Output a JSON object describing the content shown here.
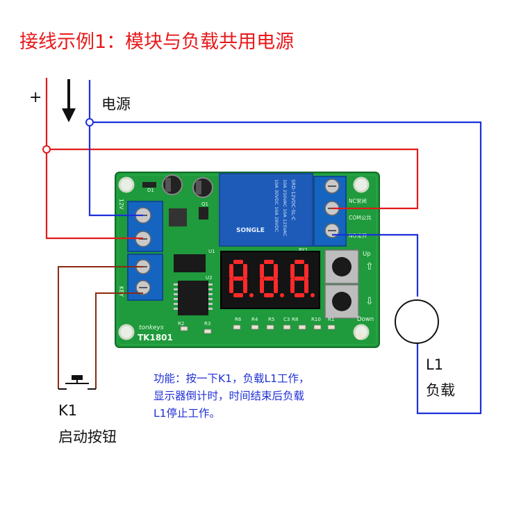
{
  "title": "接线示例1：模块与负载共用电源",
  "power_supply": {
    "label": "电源",
    "plus_sign": "+",
    "ground_symbol": "arrow-down-icon"
  },
  "load": {
    "name": "L1",
    "label": "负载"
  },
  "button": {
    "name": "K1",
    "label": "启动按钮"
  },
  "description": [
    "功能：按一下K1，负载L1工作，",
    "显示器倒计时，时间结束后负载",
    "L1停止工作。"
  ],
  "board": {
    "model": "TK1801",
    "brand": "tonkeys",
    "relay_lines": [
      "SRD-12VDC-SL-C",
      "10A 250VAC  10A 125VAC",
      "10A 30VDC  10A 28VDC"
    ],
    "relay_brand": "SONGLE",
    "relay_ref": "RY1",
    "terminal_labels": [
      "NC常闭",
      "COM公共",
      "NO常开"
    ],
    "power_terminal_label": "12V",
    "key_terminal_label": "KEY",
    "up_label": "Up",
    "down_label": "Down",
    "display_digits": "8.8.8.",
    "component_labels": [
      "D1",
      "R6",
      "R4",
      "R5",
      "C3",
      "R8",
      "R10",
      "R1",
      "R2",
      "R3",
      "U2",
      "Q1",
      "U1"
    ]
  },
  "colors": {
    "positive_wire": "#e01a1a",
    "negative_wire": "#1c2fd8",
    "button_wire": "#8b2a12",
    "load_wire": "#1c2fd8",
    "title": "#e8191b",
    "description": "#1f2fd6",
    "pcb": "#1f9a3c",
    "terminal": "#1565c0",
    "relay": "#1e5bb8"
  }
}
